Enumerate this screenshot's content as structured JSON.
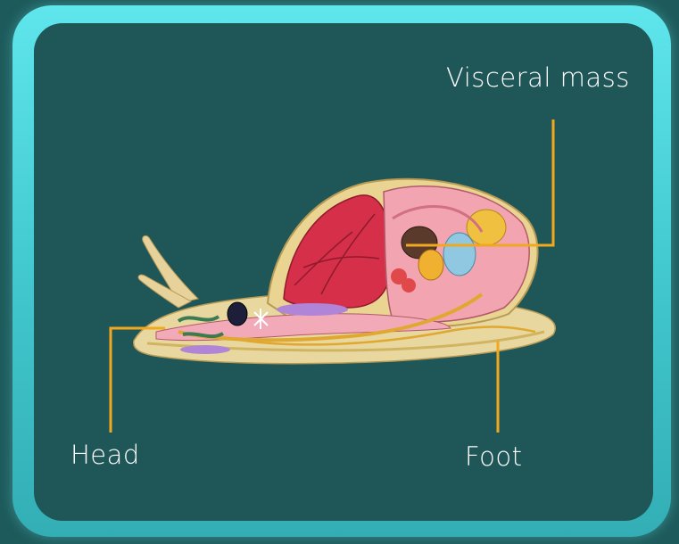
{
  "labels": {
    "visceral_mass": "Visceral mass",
    "head": "Head",
    "foot": "Foot"
  },
  "colors": {
    "background": "#1d5a5b",
    "frame": "#4fd6dc",
    "panel": "#1f5759",
    "leader_line": "#f0a81e",
    "label_text": "#ffffff"
  }
}
